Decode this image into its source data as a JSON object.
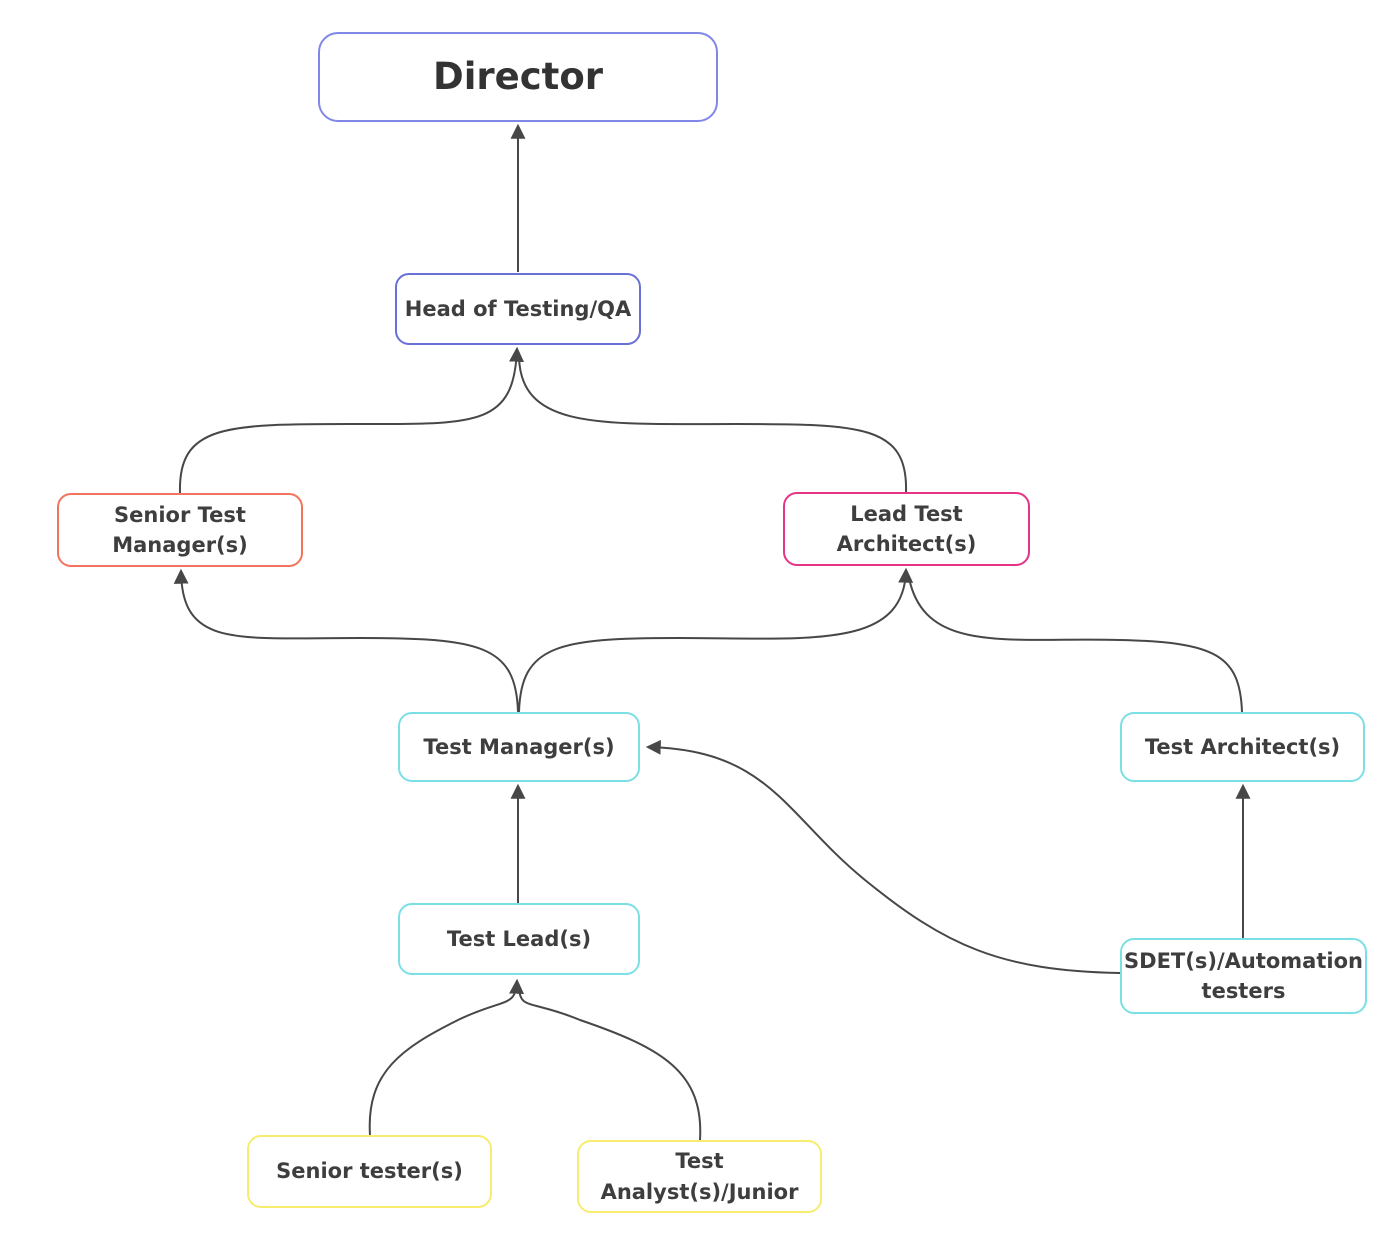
{
  "diagram": {
    "type": "org-chart",
    "background_color": "#ffffff",
    "connector_color": "#474747",
    "nodes": {
      "director": {
        "line1": "Director",
        "line2": "",
        "border_color": "#8087e6"
      },
      "head_of_testing_qa": {
        "line1": "Head of Testing/QA",
        "line2": "",
        "border_color": "#6a71d6"
      },
      "senior_test_manager": {
        "line1": "Senior Test",
        "line2": "Manager(s)",
        "border_color": "#f3735c"
      },
      "lead_test_architect": {
        "line1": "Lead Test",
        "line2": "Architect(s)",
        "border_color": "#e53487"
      },
      "test_manager": {
        "line1": "Test Manager(s)",
        "line2": "",
        "border_color": "#7cdfe6"
      },
      "test_architect": {
        "line1": "Test Architect(s)",
        "line2": "",
        "border_color": "#7cdfe6"
      },
      "test_lead": {
        "line1": "Test Lead(s)",
        "line2": "",
        "border_color": "#7cdfe6"
      },
      "sdet_automation_testers": {
        "line1": "SDET(s)/Automation",
        "line2": "testers",
        "border_color": "#7cdfe6"
      },
      "senior_tester": {
        "line1": "Senior tester(s)",
        "line2": "",
        "border_color": "#f7ec6e"
      },
      "test_analyst_junior": {
        "line1": "Test",
        "line2": "Analyst(s)/Junior",
        "border_color": "#f7ec6e"
      }
    },
    "edges": [
      {
        "from": "head_of_testing_qa",
        "to": "director"
      },
      {
        "from": "senior_test_manager",
        "to": "head_of_testing_qa"
      },
      {
        "from": "lead_test_architect",
        "to": "head_of_testing_qa"
      },
      {
        "from": "test_manager",
        "to": "senior_test_manager"
      },
      {
        "from": "test_manager",
        "to": "lead_test_architect"
      },
      {
        "from": "test_architect",
        "to": "lead_test_architect"
      },
      {
        "from": "test_lead",
        "to": "test_manager"
      },
      {
        "from": "sdet_automation_testers",
        "to": "test_manager"
      },
      {
        "from": "sdet_automation_testers",
        "to": "test_architect"
      },
      {
        "from": "senior_tester",
        "to": "test_lead"
      },
      {
        "from": "test_analyst_junior",
        "to": "test_lead"
      }
    ]
  }
}
